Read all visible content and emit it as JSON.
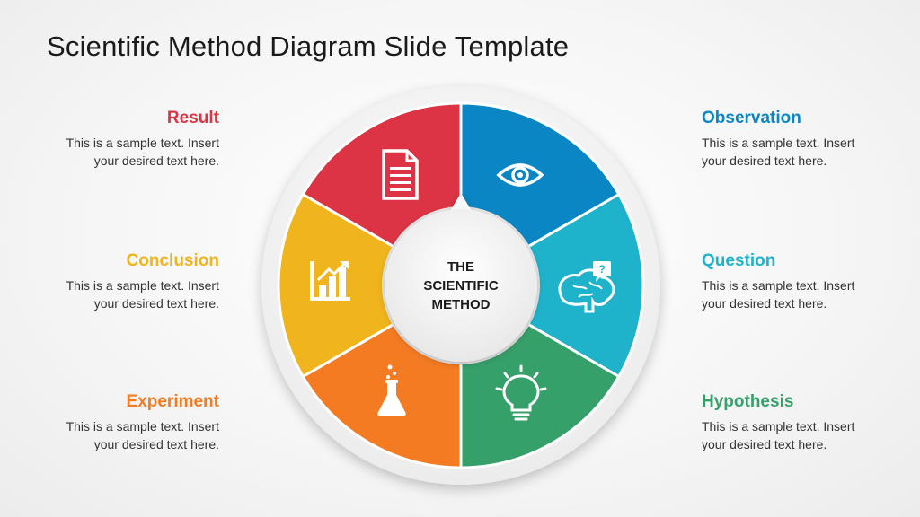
{
  "title": "Scientific Method Diagram Slide Template",
  "center": {
    "line1": "THE",
    "line2": "SCIENTIFIC",
    "line3": "METHOD"
  },
  "steps": [
    {
      "name": "Observation",
      "text1": "This is a sample text. Insert",
      "text2": "your desired text here.",
      "color": "#0a86c4",
      "icon": "eye-icon"
    },
    {
      "name": "Question",
      "text1": "This is a sample text. Insert",
      "text2": "your desired text here.",
      "color": "#1eb3cb",
      "icon": "brain-question-icon"
    },
    {
      "name": "Hypothesis",
      "text1": "This is a sample text. Insert",
      "text2": "your desired text here.",
      "color": "#36a06a",
      "icon": "lightbulb-icon"
    },
    {
      "name": "Experiment",
      "text1": "This is a sample text. Insert",
      "text2": "your desired text here.",
      "color": "#f47b22",
      "icon": "flask-icon"
    },
    {
      "name": "Conclusion",
      "text1": "This is a sample text. Insert",
      "text2": "your desired text here.",
      "color": "#f0b41c",
      "icon": "bar-chart-icon"
    },
    {
      "name": "Result",
      "text1": "This is a sample text. Insert",
      "text2": "your desired text here.",
      "color": "#dc3444",
      "icon": "document-icon"
    }
  ]
}
